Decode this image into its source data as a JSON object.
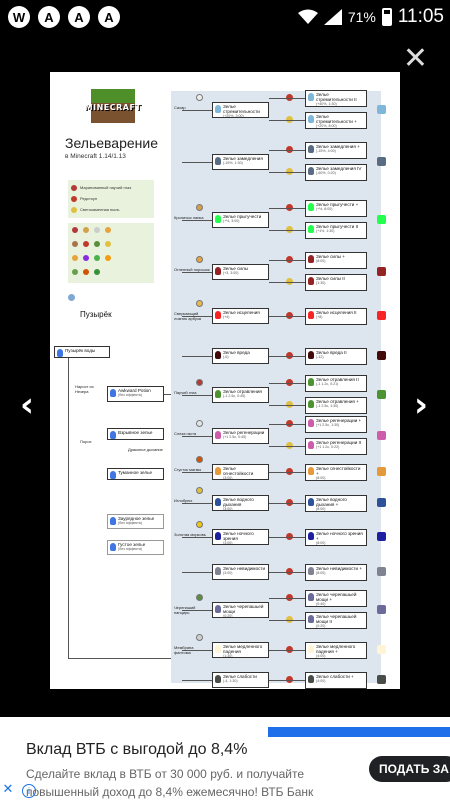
{
  "status_bar": {
    "app_icons": [
      "W",
      "A",
      "A",
      "A"
    ],
    "battery": "71%",
    "time": "11:05"
  },
  "viewer": {
    "close_glyph": "✕",
    "prev_glyph": "‹",
    "next_glyph": "›"
  },
  "poster": {
    "logo_text": "MINECRAFT",
    "title": "Зельеварение",
    "subtitle": "в Minecraft 1.14/1.13",
    "legend": [
      {
        "label": "Маринованный паучий глаз",
        "color": "#b33a3a"
      },
      {
        "label": "Редстоун",
        "color": "#c0392b"
      },
      {
        "label": "Светокаменная пыль",
        "color": "#e0c040"
      }
    ],
    "basics": {
      "bubble": "Пузырёк",
      "water_bottle": "Пузырёк воды",
      "awkward": "Awkward Potion",
      "awkward_sub": "(без эффекта)",
      "nether_wart": "Нарост из Незера",
      "gunpowder": "Порох",
      "splash": "Взрывное зелье",
      "dragon": "Драконье дыхание",
      "lingering": "Туманное зелье",
      "thick": "Заурядное зелье",
      "thick_sub": "(без эффекта)",
      "mundane": "Густое зелье",
      "mundane_sub": "(без эффекта)"
    },
    "ingredients": [
      "Сахар",
      "Кроличья лапка",
      "Огненный порошок",
      "Сверкающий ломтик арбуза",
      "Паучий глаз",
      "Слеза гаста",
      "Сгусток магмы",
      "Иглобрюх",
      "Золотая морковь",
      "Черепаший панцирь",
      "Мембрана фантома"
    ],
    "potions": [
      {
        "name": "Зелье стремительности",
        "sub": "(+20%, 3:00)",
        "color": "#7fb7d8"
      },
      {
        "name": "Зелье замедления",
        "sub": "(-15%, 1:30)",
        "color": "#5a6c81"
      },
      {
        "name": "Зелье прыгучести",
        "sub": "(+½, 3:00)",
        "color": "#22ff4c"
      },
      {
        "name": "Зелье силы",
        "sub": "(+3, 3:00)",
        "color": "#932423"
      },
      {
        "name": "Зелье исцеления",
        "sub": "(+4)",
        "color": "#f82423"
      },
      {
        "name": "Зелье вреда",
        "sub": "(-6)",
        "color": "#430a09"
      },
      {
        "name": "Зелье отравления",
        "sub": "(-1 2.5с, 0:45)",
        "color": "#4e9331"
      },
      {
        "name": "Зелье регенерации",
        "sub": "(+1 2.5с, 0:45)",
        "color": "#cd5cab"
      },
      {
        "name": "Зелье огнестойкости",
        "sub": "(3:00)",
        "color": "#e49a3a"
      },
      {
        "name": "Зелье водного дыхания",
        "sub": "(3:00)",
        "color": "#2e5299"
      },
      {
        "name": "Зелье ночного зрения",
        "sub": "(3:00)",
        "color": "#1f1fa1"
      },
      {
        "name": "Зелье невидимости",
        "sub": "(3:00)",
        "color": "#7f8392"
      },
      {
        "name": "Зелье черепашьей мощи",
        "sub": "(0:20)",
        "color": "#6b6b9a"
      },
      {
        "name": "Зелье медленного падения",
        "sub": "(1:30)",
        "color": "#fff4d4"
      },
      {
        "name": "Зелье слабости",
        "sub": "(-4, 1:30)",
        "color": "#484d48"
      }
    ],
    "upgrades": [
      {
        "name": "Зелье стремительности II",
        "sub": "(+40%, 1:30)"
      },
      {
        "name": "Зелье стремительности +",
        "sub": "(+20%, 8:00)"
      },
      {
        "name": "Зелье замедления +",
        "sub": "(-15%, 4:00)"
      },
      {
        "name": "Зелье замедления IV",
        "sub": "(-60%, 0:20)"
      },
      {
        "name": "Зелье прыгучести +",
        "sub": "(+½, 8:00)"
      },
      {
        "name": "Зелье прыгучести II",
        "sub": "(+1½, 1:30)"
      },
      {
        "name": "Зелье силы +",
        "sub": "(8:00)"
      },
      {
        "name": "Зелье силы II",
        "sub": "(1:30)"
      },
      {
        "name": "Зелье исцеления II",
        "sub": "(+8)"
      },
      {
        "name": "Зелье вреда II",
        "sub": "(-12)"
      },
      {
        "name": "Зелье отравления II",
        "sub": "(-1 1.2с, 0:21)"
      },
      {
        "name": "Зелье отравления +",
        "sub": "(-1 2.5с, 1:30)"
      },
      {
        "name": "Зелье регенерации +",
        "sub": "(+1 2.5с, 1:30)"
      },
      {
        "name": "Зелье регенерации II",
        "sub": "(+1 1.2с, 0:22)"
      },
      {
        "name": "Зелье огнестойкости +",
        "sub": "(8:00)"
      },
      {
        "name": "Зелье водного дыхания +",
        "sub": "(8:00)"
      },
      {
        "name": "Зелье ночного зрения +",
        "sub": "(8:00)"
      },
      {
        "name": "Зелье невидимости +",
        "sub": "(8:00)"
      },
      {
        "name": "Зелье черепашьей мощи +",
        "sub": "(0:40)"
      },
      {
        "name": "Зелье черепашьей мощи II",
        "sub": "(0:20)"
      },
      {
        "name": "Зелье медленного падения +",
        "sub": "(4:00)"
      },
      {
        "name": "Зелье слабости +",
        "sub": "(4:00)"
      }
    ]
  },
  "ad": {
    "title": "Вклад ВТБ с выгодой до 8,4%",
    "text": "Сделайте вклад в ВТБ от 30 000 руб. и получайте повышенный доход до 8,4% ежемесячно! ВТБ Банк",
    "button": "ПОДАТЬ ЗА",
    "close_glyph": "✕",
    "info_glyph": "i"
  }
}
